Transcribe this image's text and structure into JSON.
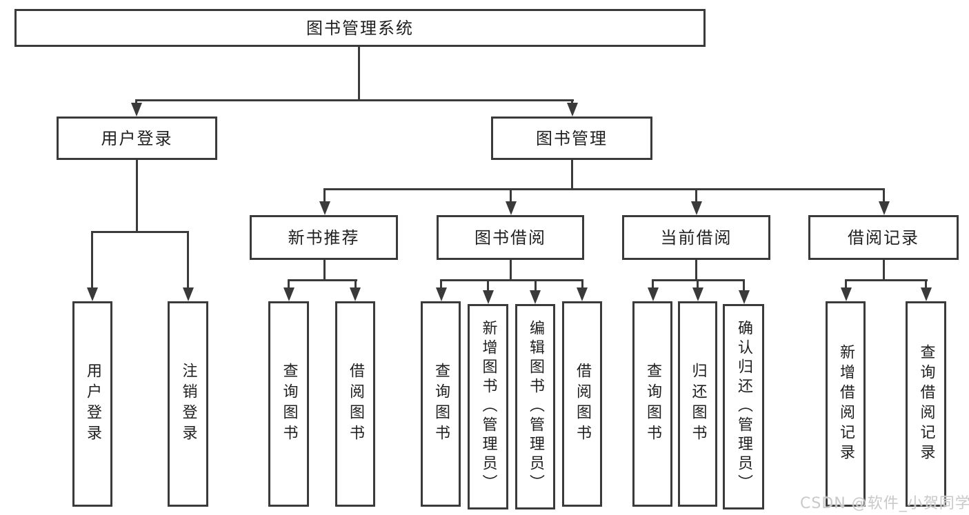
{
  "colors": {
    "line": "#3a3a3a",
    "text": "#1f1f1f",
    "background": "#ffffff",
    "watermark": "#c9c9c9"
  },
  "nodes": {
    "root": {
      "label": "图书管理系统"
    },
    "user_login": {
      "label": "用户登录"
    },
    "book_management": {
      "label": "图书管理"
    },
    "new_book_recommend": {
      "label": "新书推荐"
    },
    "book_borrow": {
      "label": "图书借阅"
    },
    "current_borrow": {
      "label": "当前借阅"
    },
    "borrow_records": {
      "label": "借阅记录"
    },
    "leaf_user_login": {
      "label": "用户登录"
    },
    "leaf_logout": {
      "label": "注销登录"
    },
    "leaf_query_book_1": {
      "label": "查询图书"
    },
    "leaf_borrow_book_1": {
      "label": "借阅图书"
    },
    "leaf_query_book_2": {
      "label": "查询图书"
    },
    "leaf_add_book_admin": {
      "label": "新增图书（管理员）"
    },
    "leaf_edit_book_admin": {
      "label": "编辑图书（管理员）"
    },
    "leaf_borrow_book_2": {
      "label": "借阅图书"
    },
    "leaf_query_book_3": {
      "label": "查询图书"
    },
    "leaf_return_book": {
      "label": "归还图书"
    },
    "leaf_confirm_return_admin": {
      "label": "确认归还（管理员）"
    },
    "leaf_add_borrow_record": {
      "label": "新增借阅记录"
    },
    "leaf_query_borrow_record": {
      "label": "查询借阅记录"
    }
  },
  "hierarchy": {
    "图书管理系统": {
      "用户登录": [
        "用户登录",
        "注销登录"
      ],
      "图书管理": {
        "新书推荐": [
          "查询图书",
          "借阅图书"
        ],
        "图书借阅": [
          "查询图书",
          "新增图书（管理员）",
          "编辑图书（管理员）",
          "借阅图书"
        ],
        "当前借阅": [
          "查询图书",
          "归还图书",
          "确认归还（管理员）"
        ],
        "借阅记录": [
          "新增借阅记录",
          "查询借阅记录"
        ]
      }
    }
  },
  "watermark": "CSDN @软件_小贺同学"
}
